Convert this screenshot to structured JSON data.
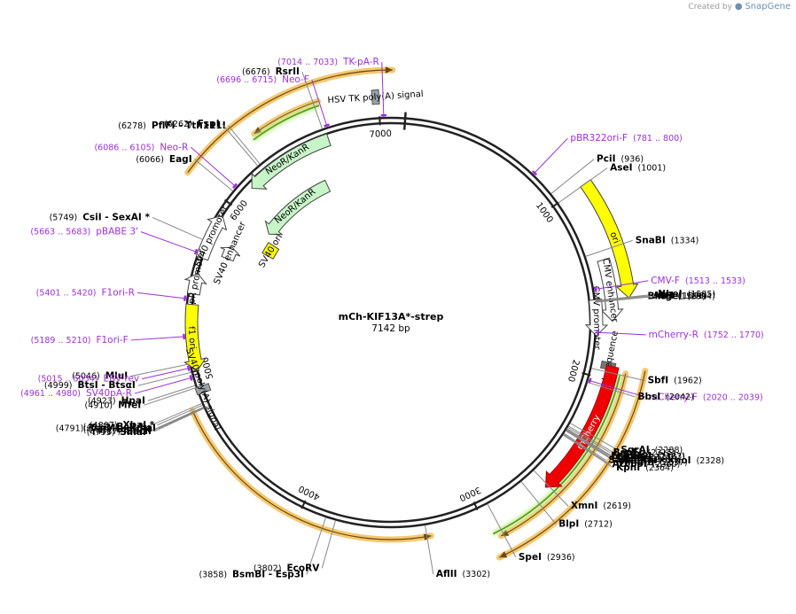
{
  "header": {
    "created_by": "Created by",
    "brand": "SnapGene"
  },
  "plasmid": {
    "name": "mCh-KIF13A*-strep",
    "length_label": "7142 bp",
    "length": 7142
  },
  "colors": {
    "primer": "#9b30d8",
    "enzyme": "#000000",
    "backbone": "#222222",
    "ori": "#ffff00",
    "neo": "#c8f5c8",
    "mcherry": "#ee0000",
    "feature_orange": "#f5c870",
    "orf_green": "#5a9e1e",
    "gray": "#9aa2a8"
  },
  "ticks": [
    {
      "label": "1000",
      "bp": 1000
    },
    {
      "label": "2000",
      "bp": 2000
    },
    {
      "label": "3000",
      "bp": 3000
    },
    {
      "label": "4000",
      "bp": 4000
    },
    {
      "label": "5000",
      "bp": 5000
    },
    {
      "label": "6000",
      "bp": 6000
    },
    {
      "label": "7000",
      "bp": 7000
    }
  ],
  "features": [
    {
      "label": "ori",
      "start": 1000,
      "end": 1589,
      "dir": 1,
      "kind": "ori",
      "radius": 270
    },
    {
      "label": "CMV enhancer",
      "start": 1380,
      "end": 1700,
      "dir": 1,
      "kind": "plain",
      "radius": 250
    },
    {
      "label": "CMV promoter",
      "start": 1580,
      "end": 1780,
      "dir": 1,
      "kind": "plain",
      "radius": 232
    },
    {
      "label": "Kozak sequence",
      "start": 1925,
      "end": 1935,
      "dir": 0,
      "kind": "small",
      "radius": 250
    },
    {
      "label": "mCherry",
      "start": 1930,
      "end": 2635,
      "dir": 1,
      "kind": "mcherry",
      "radius": 255
    },
    {
      "label": "HSV TK poly(A) signal",
      "start": 6965,
      "end": 7005,
      "dir": 0,
      "kind": "gray",
      "radius": 255
    },
    {
      "label": "NeoR/KanR",
      "start": 6150,
      "end": 6690,
      "dir": -1,
      "kind": "neo",
      "radius": 218
    },
    {
      "label": "NeoR/KanR",
      "start": 5990,
      "end": 6570,
      "dir": -1,
      "kind": "neo",
      "radius": 170
    },
    {
      "label": "SV40 ori",
      "start": 5840,
      "end": 5935,
      "dir": 0,
      "kind": "ori",
      "radius": 158
    },
    {
      "label": "SV40 promoter",
      "start": 5650,
      "end": 5920,
      "dir": 1,
      "kind": "plain",
      "radius": 225
    },
    {
      "label": "SV40 enhancer",
      "start": 5700,
      "end": 5780,
      "dir": 1,
      "kind": "plain",
      "radius": 198
    },
    {
      "label": "AmpR promoter",
      "start": 5440,
      "end": 5560,
      "dir": 1,
      "kind": "plain",
      "radius": 225
    },
    {
      "label": "f1 ori",
      "start": 5000,
      "end": 5380,
      "dir": -1,
      "kind": "ori",
      "radius": 225
    },
    {
      "label": "SV40 poly(A) signal",
      "start": 4860,
      "end": 4920,
      "dir": 0,
      "kind": "gray",
      "radius": 225
    }
  ],
  "orange_arcs": [
    {
      "start": 1920,
      "end": 3000,
      "radius": 292,
      "dir": 1
    },
    {
      "start": 3280,
      "end": 4800,
      "radius": 245,
      "dir": -1
    },
    {
      "start": 6000,
      "end": 7070,
      "radius": 285,
      "dir": 1
    },
    {
      "start": 1950,
      "end": 2950,
      "radius": 271,
      "dir": 1
    },
    {
      "start": 6350,
      "end": 6700,
      "radius": 263,
      "dir": -1
    }
  ],
  "orf_arcs": [
    {
      "start": 1965,
      "end": 2980,
      "radius": 265,
      "dir": 1
    },
    {
      "start": 6330,
      "end": 6700,
      "radius": 258,
      "dir": -1
    }
  ],
  "labels_right": [
    {
      "name": "pBR322ori-F",
      "pos": "(781 .. 800)",
      "type": "primer",
      "bp": 790
    },
    {
      "name": "PciI",
      "pos": "(936)",
      "type": "enzyme",
      "bp": 936
    },
    {
      "name": "AseI",
      "pos": "(1001)",
      "type": "enzyme",
      "bp": 1001
    },
    {
      "name": "SnaBI",
      "pos": "(1334)",
      "type": "enzyme",
      "bp": 1334
    },
    {
      "name": "CMV-F",
      "pos": "(1513 .. 1533)",
      "type": "primer",
      "bp": 1523
    },
    {
      "name": "NheI",
      "pos": "(1585)",
      "type": "enzyme",
      "bp": 1585
    },
    {
      "name": "BmtI",
      "pos": "(1589)",
      "type": "enzyme",
      "bp": 1589
    },
    {
      "name": "AfeI",
      "pos": "(1590)",
      "type": "enzyme",
      "bp": 1590
    },
    {
      "name": "AgeI",
      "pos": "(1594)",
      "type": "enzyme",
      "bp": 1594
    },
    {
      "name": "mCherry-R",
      "pos": "(1752 .. 1770)",
      "type": "primer",
      "bp": 1761
    },
    {
      "name": "SbfI",
      "pos": "(1962)",
      "type": "enzyme",
      "bp": 1962
    },
    {
      "name": "mCherry-F",
      "pos": "(2020 .. 2039)",
      "type": "primer",
      "bp": 2030
    },
    {
      "name": "BbsI",
      "pos": "(2042)",
      "type": "enzyme",
      "bp": 2042
    },
    {
      "name": "SgrAI",
      "pos": "(2288)",
      "type": "enzyme",
      "bp": 2288
    },
    {
      "name": "BsrGI",
      "pos": "(2307)",
      "type": "enzyme",
      "bp": 2307
    },
    {
      "name": "BspEI",
      "pos": "(2315)",
      "type": "enzyme",
      "bp": 2315
    },
    {
      "name": "BglII",
      "pos": "(2324)",
      "type": "enzyme",
      "bp": 2324
    },
    {
      "name": "PaeR7I - XhoI",
      "pos": "(2328)",
      "type": "enzyme",
      "bp": 2328
    },
    {
      "name": "Eco53kI",
      "pos": "(2333)",
      "type": "enzyme",
      "bp": 2333
    },
    {
      "name": "SacI",
      "pos": "(2335)",
      "type": "enzyme",
      "bp": 2335
    },
    {
      "name": "HindIII",
      "pos": "(2337)",
      "type": "enzyme",
      "bp": 2337
    },
    {
      "name": "SalI",
      "pos": "(2354)",
      "type": "enzyme",
      "bp": 2354
    },
    {
      "name": "Acc65I",
      "pos": "(2360)",
      "type": "enzyme",
      "bp": 2360
    },
    {
      "name": "KpnI",
      "pos": "(2364)",
      "type": "enzyme",
      "bp": 2364
    },
    {
      "name": "XmnI",
      "pos": "(2619)",
      "type": "enzyme",
      "bp": 2619
    },
    {
      "name": "BlpI",
      "pos": "(2712)",
      "type": "enzyme",
      "bp": 2712
    },
    {
      "name": "SpeI",
      "pos": "(2936)",
      "type": "enzyme",
      "bp": 2936
    },
    {
      "name": "AflII",
      "pos": "(3302)",
      "type": "enzyme",
      "bp": 3302
    }
  ],
  "labels_left": [
    {
      "name": "Neo-F",
      "pos": "(6696 .. 6715)",
      "type": "primer",
      "bp": 6705
    },
    {
      "name": "TK-pA-R",
      "pos": "(7014 .. 7033)",
      "type": "primer",
      "bp": 7023
    },
    {
      "name": "RsrII",
      "pos": "(6676)",
      "type": "enzyme",
      "bp": 6676
    },
    {
      "name": "PflFI - Tth111I",
      "pos": "(6278)",
      "type": "enzyme",
      "bp": 6278
    },
    {
      "name": "FspI",
      "pos": "(6262)",
      "type": "enzyme",
      "bp": 6262
    },
    {
      "name": "Neo-R",
      "pos": "(6086 .. 6105)",
      "type": "primer",
      "bp": 6095
    },
    {
      "name": "EagI",
      "pos": "(6066)",
      "type": "enzyme",
      "bp": 6066
    },
    {
      "name": "CsiI - SexAI *",
      "pos": "(5749)",
      "type": "enzyme",
      "bp": 5749
    },
    {
      "name": "pBABE 3'",
      "pos": "(5663 .. 5683)",
      "type": "primer",
      "bp": 5673
    },
    {
      "name": "F1ori-R",
      "pos": "(5401 .. 5420)",
      "type": "primer",
      "bp": 5410
    },
    {
      "name": "F1ori-F",
      "pos": "(5189 .. 5210)",
      "type": "primer",
      "bp": 5200
    },
    {
      "name": "MluI",
      "pos": "(5046)",
      "type": "enzyme",
      "bp": 5046
    },
    {
      "name": "EBV-rev",
      "pos": "(5015 .. 5034)",
      "type": "primer",
      "bp": 5024
    },
    {
      "name": "BtsI - BtsαI",
      "pos": "(4999)",
      "type": "enzyme",
      "bp": 4999
    },
    {
      "name": "SV40pA-R",
      "pos": "(4961 .. 4980)",
      "type": "primer",
      "bp": 4970
    },
    {
      "name": "HpaI",
      "pos": "(4923)",
      "type": "enzyme",
      "bp": 4923
    },
    {
      "name": "MfeI",
      "pos": "(4910)",
      "type": "enzyme",
      "bp": 4910
    },
    {
      "name": "BclI *",
      "pos": "(4817)",
      "type": "enzyme",
      "bp": 4817
    },
    {
      "name": "XbaI *",
      "pos": "(4807)",
      "type": "enzyme",
      "bp": 4807
    },
    {
      "name": "BamHI",
      "pos": "(4795)",
      "type": "enzyme",
      "bp": 4795
    },
    {
      "name": "SmaI",
      "pos": "(4793)",
      "type": "enzyme",
      "bp": 4793
    },
    {
      "name": "TspMI - XmaI",
      "pos": "(4791)",
      "type": "enzyme",
      "bp": 4791
    },
    {
      "name": "SacII",
      "pos": "(4787)",
      "type": "enzyme",
      "bp": 4787
    },
    {
      "name": "BsmBI - Esp3I",
      "pos": "(3858)",
      "type": "enzyme",
      "bp": 3858
    },
    {
      "name": "EcoRV",
      "pos": "(3802)",
      "type": "enzyme",
      "bp": 3802
    }
  ]
}
